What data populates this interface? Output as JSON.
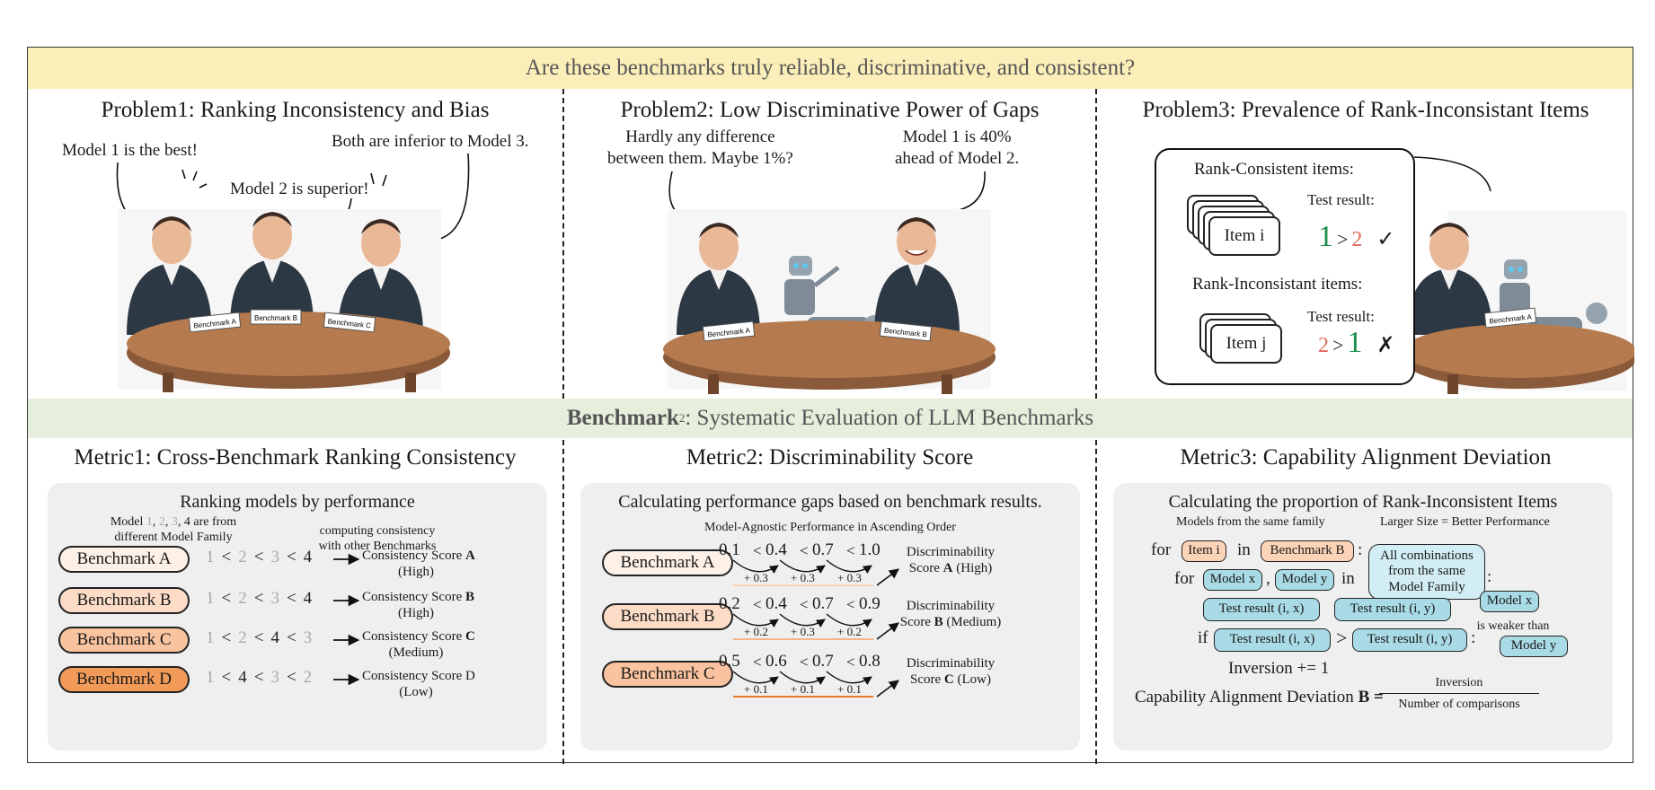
{
  "header": {
    "question": "Are these benchmarks truly reliable, discriminative, and consistent?",
    "benchmark_word": "Benchmark",
    "benchmark_sup": "2",
    "subtitle": ": Systematic Evaluation of LLM Benchmarks"
  },
  "problems": [
    {
      "title": "Problem1: Ranking Inconsistency and Bias",
      "bubbles": [
        "Model 1 is the best!",
        "Model 2 is superior!",
        "Both are inferior to Model 3."
      ],
      "plaques": [
        "Benchmark A",
        "Benchmark B",
        "Benchmark C"
      ]
    },
    {
      "title": "Problem2: Low Discriminative Power of Gaps",
      "bubble_left": [
        "Hardly any difference",
        "between them. Maybe 1%?"
      ],
      "bubble_right": [
        "Model 1 is 40%",
        "ahead of Model 2."
      ],
      "plaques": [
        "Benchmark A",
        "Benchmark B"
      ]
    },
    {
      "title": "Problem3: Prevalence of Rank-Inconsistant Items",
      "consistent_label": "Rank-Consistent items:",
      "inconsistent_label": "Rank-Inconsistant items:",
      "test_result": "Test result:",
      "item_i": "Item i",
      "item_j": "Item j",
      "r1": {
        "a": "1",
        "op": ">",
        "b": "2",
        "mark": "✓"
      },
      "r2": {
        "a": "2",
        "op": ">",
        "b": "1",
        "mark": "✗"
      },
      "plaque": "Benchmark A"
    }
  ],
  "metric1": {
    "title": "Metric1: Cross-Benchmark Ranking Consistency",
    "card_title": "Ranking models by performance",
    "note_left": [
      "Model 1, 2, 3, 4 are from",
      "different Model Family"
    ],
    "note_left_parts": {
      "pre": "Model ",
      "n1": "1",
      "c1": ", ",
      "n2": "2",
      "c2": ", ",
      "n3": "3",
      "post": ", 4 are from"
    },
    "note_right": [
      "computing consistency",
      "with other Benchmarks"
    ],
    "rows": [
      {
        "bench": "Benchmark A",
        "ranks": [
          "1",
          "2",
          "3",
          "4"
        ],
        "ops": [
          "<",
          "<",
          "<"
        ],
        "score": "Consistency Score",
        "letter": "A",
        "level": "(High)",
        "color": "#fdf0e6"
      },
      {
        "bench": "Benchmark B",
        "ranks": [
          "1",
          "2",
          "3",
          "4"
        ],
        "ops": [
          "<",
          "<",
          "<"
        ],
        "score": "Consistency Score",
        "letter": "B",
        "level": "(High)",
        "color": "#fcdcc6"
      },
      {
        "bench": "Benchmark C",
        "ranks": [
          "1",
          "2",
          "4",
          "3"
        ],
        "ops": [
          "<",
          "<",
          "<"
        ],
        "score": "Consistency Score",
        "letter": "C",
        "level": "(Medium)",
        "color": "#f9c39f"
      },
      {
        "bench": "Benchmark D",
        "ranks": [
          "1",
          "4",
          "3",
          "2"
        ],
        "ops": [
          "<",
          "<",
          "<"
        ],
        "score": "Consistency Score D",
        "letter": "",
        "level": "(Low)",
        "color": "#f29a58"
      }
    ]
  },
  "metric2": {
    "title": "Metric2: Discriminability Score",
    "card_title": "Calculating performance gaps based on benchmark results.",
    "subtitle": "Model-Agnostic Performance in Ascending Order",
    "rows": [
      {
        "bench": "Benchmark A",
        "values": [
          "0.1",
          "0.4",
          "0.7",
          "1.0"
        ],
        "gaps": [
          "+ 0.3",
          "+ 0.3",
          "+ 0.3"
        ],
        "score1": "Discriminability",
        "score2": "Score",
        "letter": "A",
        "level": "(High)",
        "color": "#fdf0e6",
        "line": "#f6d3bb"
      },
      {
        "bench": "Benchmark B",
        "values": [
          "0.2",
          "0.4",
          "0.7",
          "0.9"
        ],
        "gaps": [
          "+ 0.2",
          "+ 0.3",
          "+ 0.2"
        ],
        "score1": "Discriminability",
        "score2": "Score",
        "letter": "B",
        "level": "(Medium)",
        "color": "#fcdcc6",
        "line": "#f3b58a"
      },
      {
        "bench": "Benchmark C",
        "values": [
          "0.5",
          "0.6",
          "0.7",
          "0.8"
        ],
        "gaps": [
          "+ 0.1",
          "+ 0.1",
          "+ 0.1"
        ],
        "score1": "Discriminability",
        "score2": "Score",
        "letter": "C",
        "level": "(Low)",
        "color": "#f9c39f",
        "line": "#ec7a2c"
      }
    ]
  },
  "metric3": {
    "title": "Metric3: Capability Alignment Deviation",
    "card_title": "Calculating the proportion of Rank-Inconsistent Items",
    "note_left": "Models from the same family",
    "note_right": "Larger Size = Better Performance",
    "for": "for",
    "in": "in",
    "comma": ",",
    "colon": ":",
    "if": "if",
    "gt": ">",
    "item_i": "Item i",
    "bench_b": "Benchmark B",
    "model_x": "Model x",
    "model_y": "Model y",
    "all_comb": [
      "All combinations",
      "from the same",
      "Model Family"
    ],
    "test_ix": "Test result (i, x)",
    "test_iy": "Test result (i, y)",
    "weaker": "is weaker than",
    "inversion_inc": "Inversion += 1",
    "cad_label": "Capability Alignment Deviation",
    "cad_letter": "B =",
    "numerator": "Inversion",
    "denominator": "Number of comparisons"
  }
}
